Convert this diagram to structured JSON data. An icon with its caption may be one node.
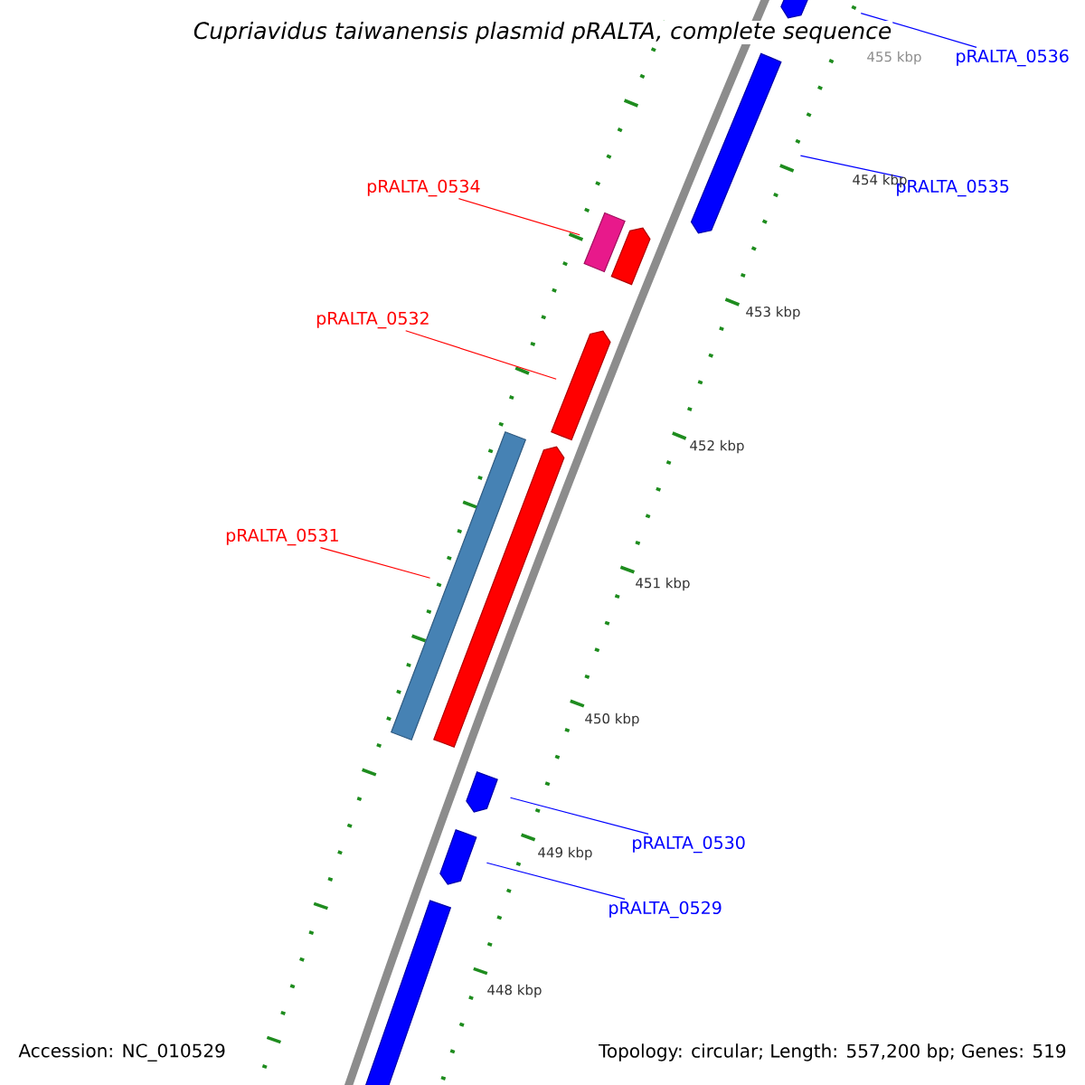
{
  "diagram": {
    "title": "Cupriavidus taiwanensis plasmid pRALTA, complete sequence",
    "nodes": [
      {
        "text": [
          "pRALTA_0536"
        ]
      },
      {
        "text": [],
        "shape": "bar"
      },
      {
        "text": [
          "pRALTA_0535"
        ]
      },
      {
        "text": [],
        "shape": "bar"
      },
      {
        "text": [
          "pRALTA_0534"
        ]
      },
      {
        "text": [],
        "shape": "bar"
      },
      {
        "text": [],
        "shape": "bar"
      },
      {
        "text": [
          "pRALTA_0532"
        ]
      },
      {
        "text": [],
        "shape": "bar"
      },
      {
        "text": [
          "pRALTA_0531"
        ]
      },
      {
        "text": [],
        "shape": "bar"
      },
      {
        "text": [],
        "shape": "bar"
      },
      {
        "text": [],
        "shape": "bar"
      },
      {
        "text": [
          "pRALTA_0530"
        ]
      },
      {
        "text": [],
        "shape": "bar"
      },
      {
        "text": [
          "pRALTA_0529"
        ]
      },
      {
        "text": [],
        "shape": "bar"
      }
    ],
    "edges": [
      {
        "from": 0,
        "to": 1,
        "arrow": "none"
      },
      {
        "from": 2,
        "to": 3,
        "arrow": "none"
      },
      {
        "from": 4,
        "to": 5,
        "arrow": "none",
        "color": "#ff0000"
      },
      {
        "from": 7,
        "to": 8,
        "arrow": "none",
        "color": "#ff0000"
      },
      {
        "from": 9,
        "to": 10,
        "arrow": "none",
        "color": "#ff0000"
      },
      {
        "from": 13,
        "to": 12,
        "arrow": "none"
      },
      {
        "from": 15,
        "to": 14,
        "arrow": "none"
      }
    ],
    "labels": [
      "455 kbp",
      "454 kbp",
      "453 kbp",
      "452 kbp",
      "451 kbp",
      "450 kbp",
      "449 kbp",
      "448 kbp",
      "Accession: NC_010529",
      "Topology: circular; Length: 557,200 bp; Genes: 519"
    ]
  }
}
